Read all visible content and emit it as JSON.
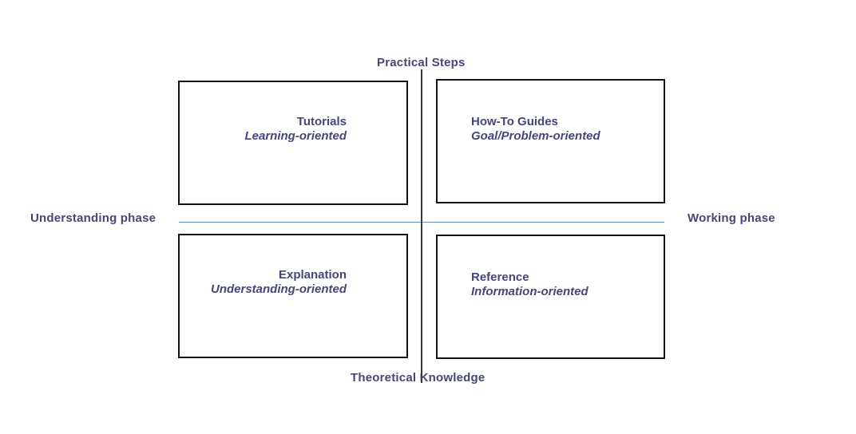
{
  "axes": {
    "top": "Practical Steps",
    "bottom": "Theoretical Knowledge",
    "left": "Understanding phase",
    "right": "Working phase"
  },
  "quadrants": {
    "top_left": {
      "title": "Tutorials",
      "subtitle": "Learning-oriented"
    },
    "top_right": {
      "title": "How-To Guides",
      "subtitle": "Goal/Problem-oriented"
    },
    "bottom_left": {
      "title": "Explanation",
      "subtitle": "Understanding-oriented"
    },
    "bottom_right": {
      "title": "Reference",
      "subtitle": "Information-oriented"
    }
  },
  "colors": {
    "text": "#46467a",
    "box_border": "#111111",
    "horizontal_axis": "#5b8fc9",
    "vertical_axis": "#3a3a3a"
  }
}
